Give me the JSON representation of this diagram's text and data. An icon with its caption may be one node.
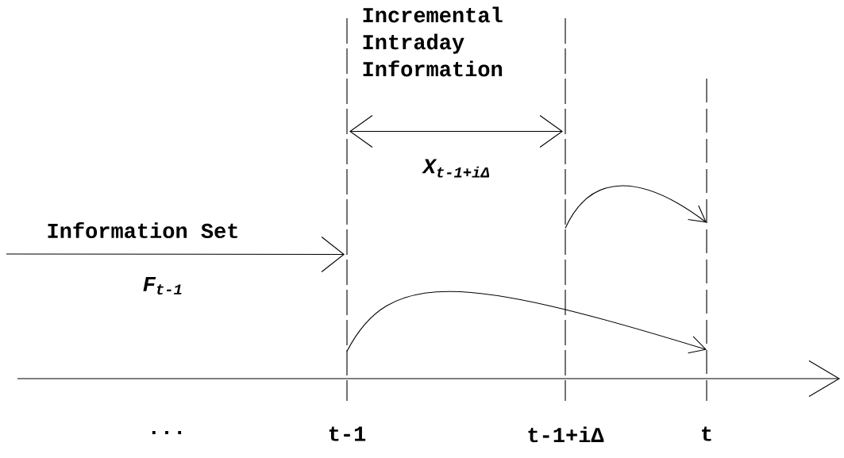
{
  "diagram": {
    "nodes": [
      {
        "text": [],
        "shape": "line",
        "beside": [
          "t-1"
        ]
      },
      {
        "text": [],
        "shape": "line",
        "beside": [
          "t-1+iΔ"
        ]
      },
      {
        "text": [],
        "shape": "line",
        "beside": [
          "t"
        ]
      }
    ],
    "edges": [
      {
        "from": null,
        "to": 0,
        "arrow": "to",
        "label": "Information Set"
      },
      {
        "from": 0,
        "to": 1,
        "arrow": "both",
        "label": "X$_{t-1+iΔ}$"
      },
      {
        "from": 1,
        "to": 2,
        "arrow": "to"
      },
      {
        "from": 0,
        "to": 2,
        "arrow": "to"
      }
    ],
    "labels": [
      "Incremental Intraday Information",
      "F$_{t-1}$",
      "..."
    ]
  }
}
